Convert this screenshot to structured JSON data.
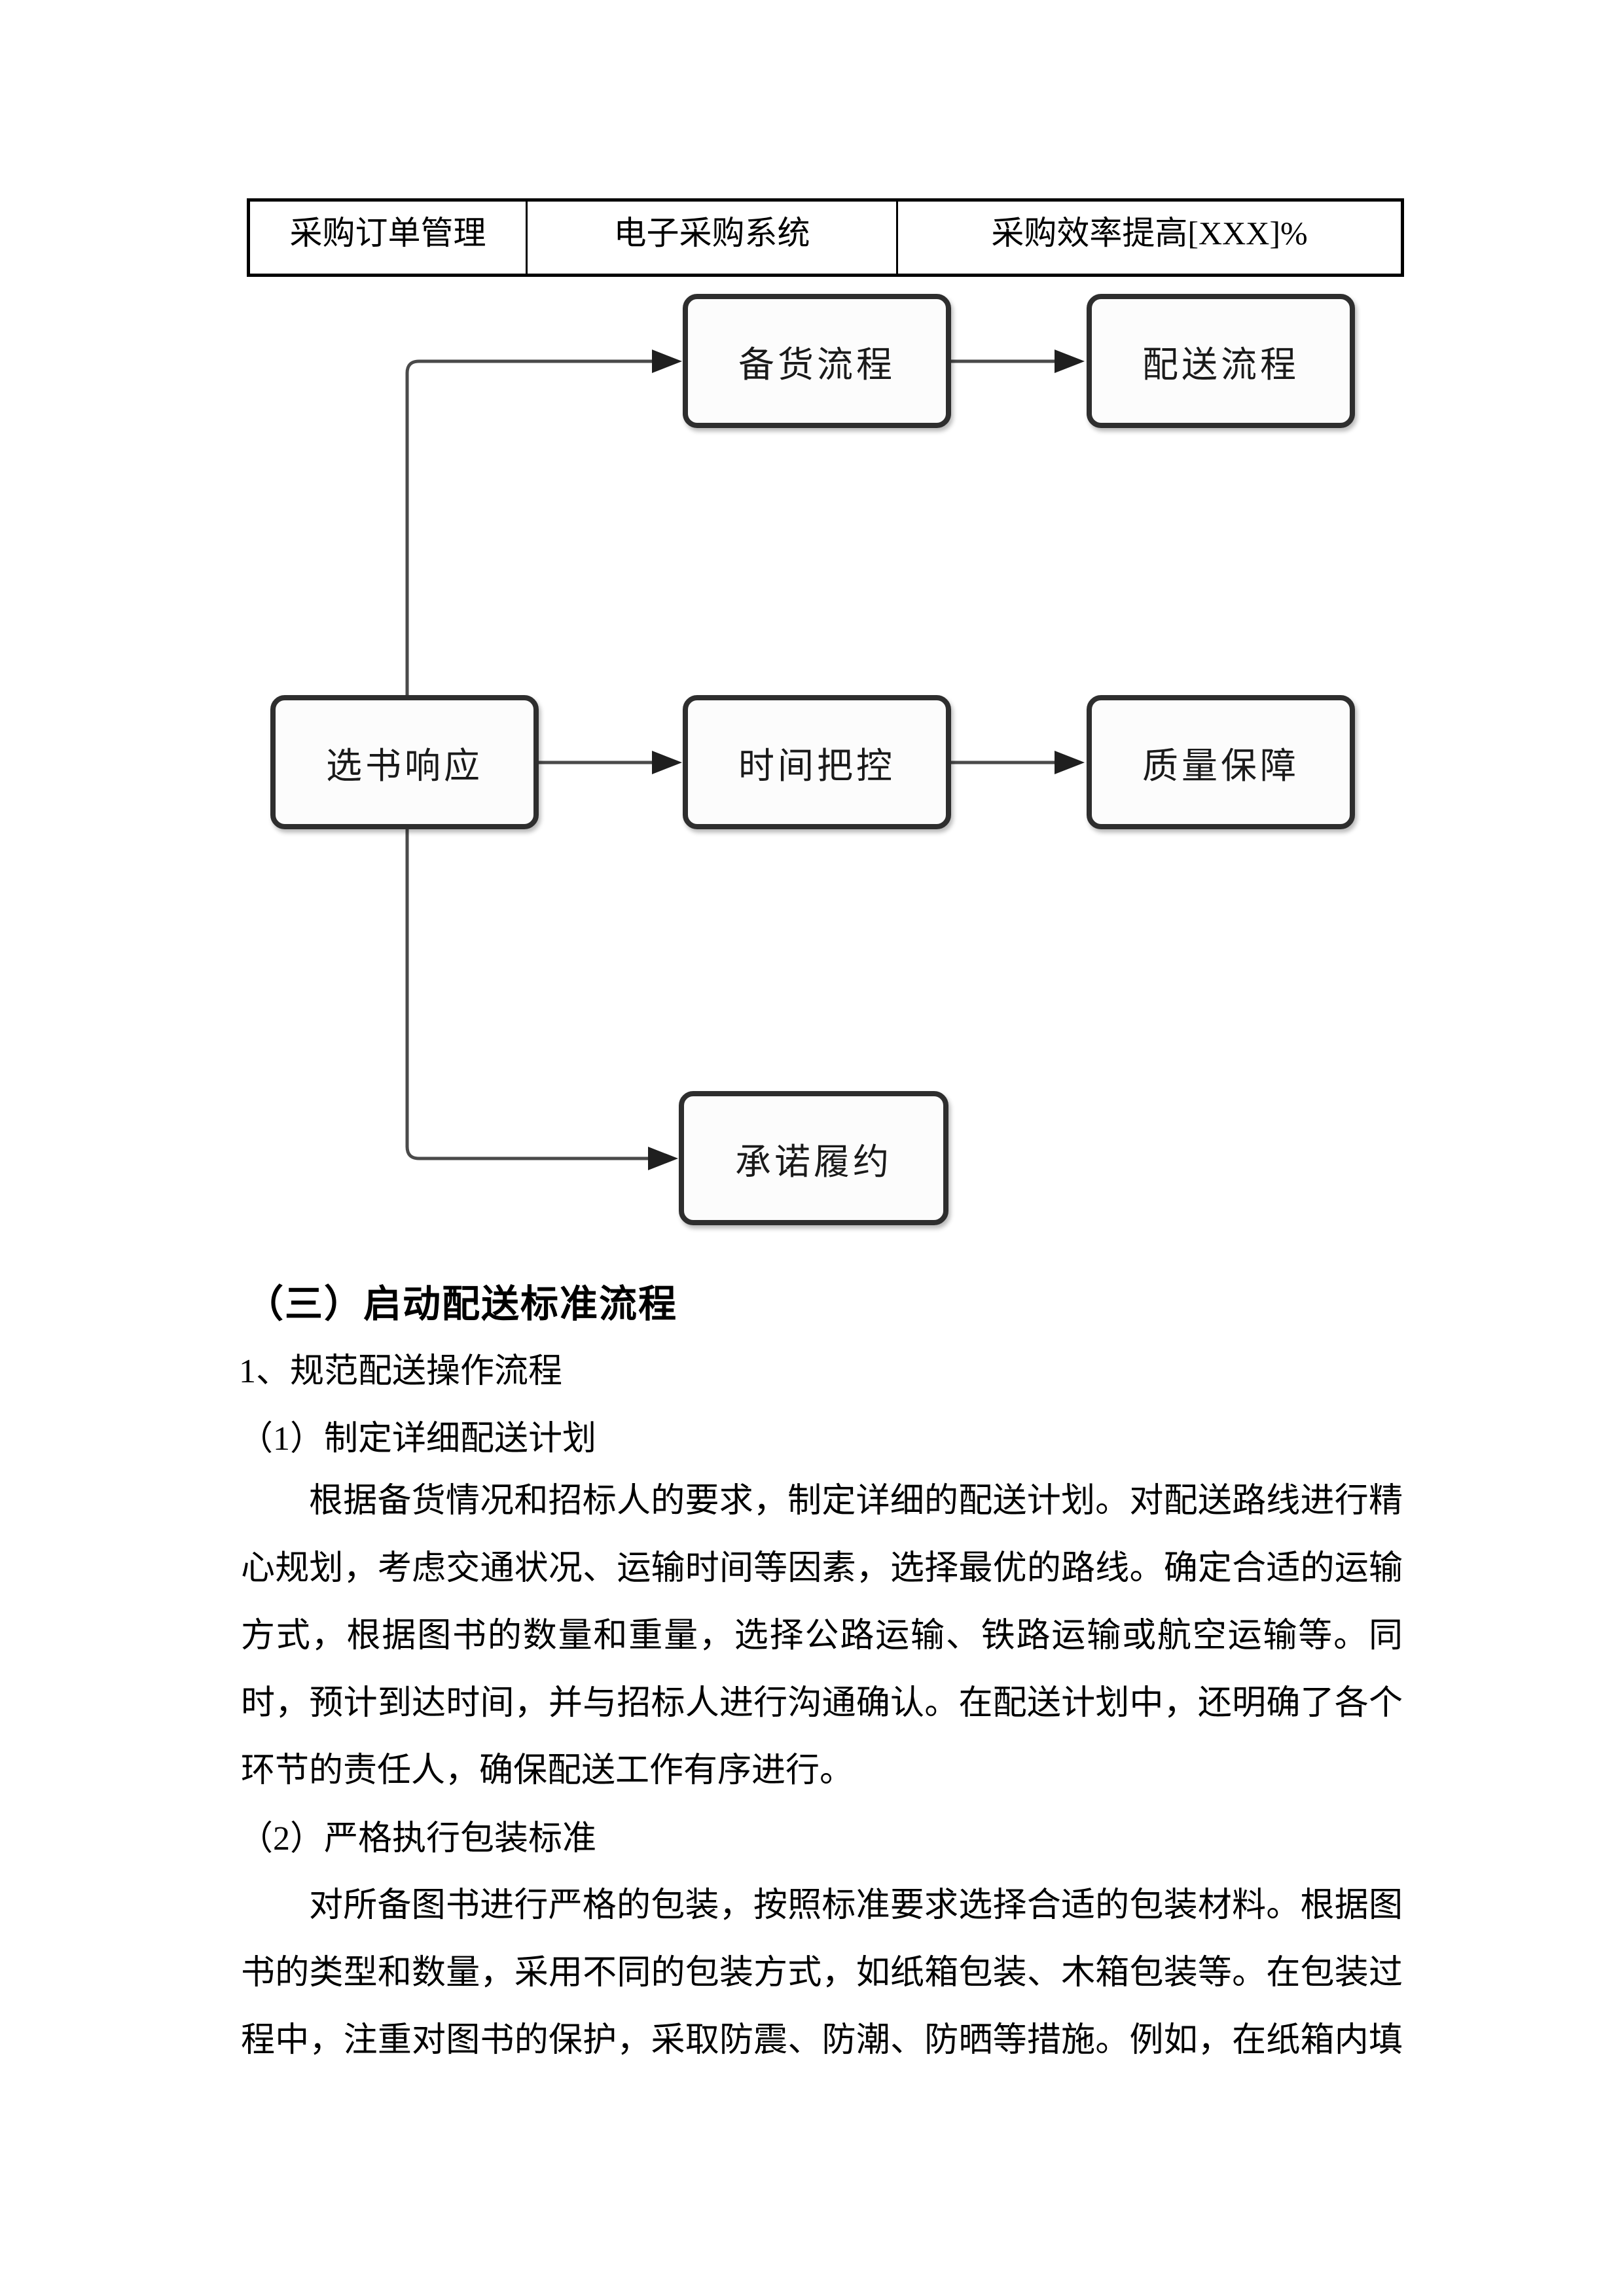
{
  "table": {
    "cells": [
      "采购订单管理",
      "电子采购系统",
      "采购效率提高[XXX]%"
    ]
  },
  "flowchart": {
    "nodes": [
      {
        "id": "beihuo",
        "label": "备货流程"
      },
      {
        "id": "peisong",
        "label": "配送流程"
      },
      {
        "id": "xuanshu",
        "label": "选书响应"
      },
      {
        "id": "shijian",
        "label": "时间把控"
      },
      {
        "id": "zhiliang",
        "label": "质量保障"
      },
      {
        "id": "chengnuo",
        "label": "承诺履约"
      }
    ],
    "edges": [
      "选书响应→备货流程",
      "备货流程→配送流程",
      "选书响应→时间把控",
      "时间把控→质量保障",
      "选书响应→承诺履约"
    ],
    "line_color": "#4a4a4a",
    "arrow_color": "#1f1f1f",
    "node_border_color": "#2e2e2e",
    "node_fill_color": "#fcfcfc"
  },
  "content": {
    "heading": "（三）启动配送标准流程",
    "sub1": "1、规范配送操作流程",
    "sub2": "（1）制定详细配送计划",
    "para1_lines": [
      "根据备货情况和招标人的要求，制定详细的配送计划。对配送路线进行精",
      "心规划，考虑交通状况、运输时间等因素，选择最优的路线。确定合适的运输",
      "方式，根据图书的数量和重量，选择公路运输、铁路运输或航空运输等。同",
      "时，预计到达时间，并与招标人进行沟通确认。在配送计划中，还明确了各个",
      "环节的责任人，确保配送工作有序进行。"
    ],
    "sub3": "（2）严格执行包装标准",
    "para2_lines": [
      "对所备图书进行严格的包装，按照标准要求选择合适的包装材料。根据图",
      "书的类型和数量，采用不同的包装方式，如纸箱包装、木箱包装等。在包装过",
      "程中，注重对图书的保护，采取防震、防潮、防晒等措施。例如，在纸箱内填"
    ]
  }
}
